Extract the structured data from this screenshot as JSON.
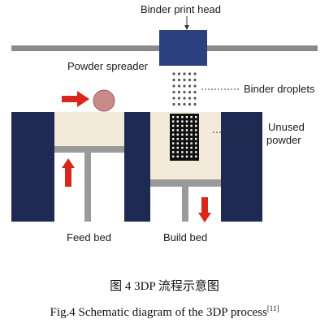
{
  "labels": {
    "print_head": "Binder print head",
    "powder_spreader": "Powder spreader",
    "binder_droplets": "Binder droplets",
    "unused_powder_line1": "Unused",
    "unused_powder_line2": "powder",
    "feed_bed": "Feed bed",
    "build_bed": "Build bed"
  },
  "caption": {
    "cn": "图 4    3DP 流程示意图",
    "en": "Fig.4    Schematic diagram of the 3DP process",
    "ref": "[11]"
  },
  "colors": {
    "wall": "#1f2a52",
    "head": "#2c3f7f",
    "rail": "#8a8a8a",
    "powder": "#f3ead9",
    "piston": "#9a9a9a",
    "arrow": "#d9261c",
    "spreader": "#c98a8a",
    "droplet": "#555555",
    "part_bg": "#111111",
    "part_dot": "#ffffff"
  }
}
